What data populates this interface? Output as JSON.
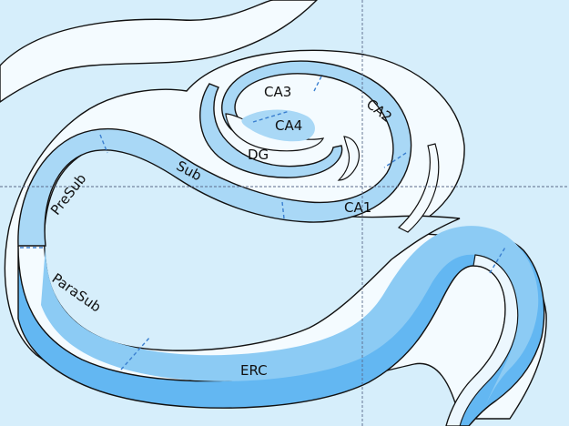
{
  "labels": {
    "ca3": "CA3",
    "ca4": "CA4",
    "ca2": "CA2",
    "dg": "DG",
    "sub": "Sub",
    "ca1": "CA1",
    "presub": "PreSub",
    "parasub": "ParaSub",
    "erc": "ERC"
  },
  "colors": {
    "background": "#d6eefb",
    "white_band": "#f4fbff",
    "light_layer": "#a9d8f6",
    "mid_layer": "#8ccbf4",
    "deep_layer": "#63b7f2",
    "boundary_dash": "#3a7fd0",
    "outline": "#111111"
  }
}
